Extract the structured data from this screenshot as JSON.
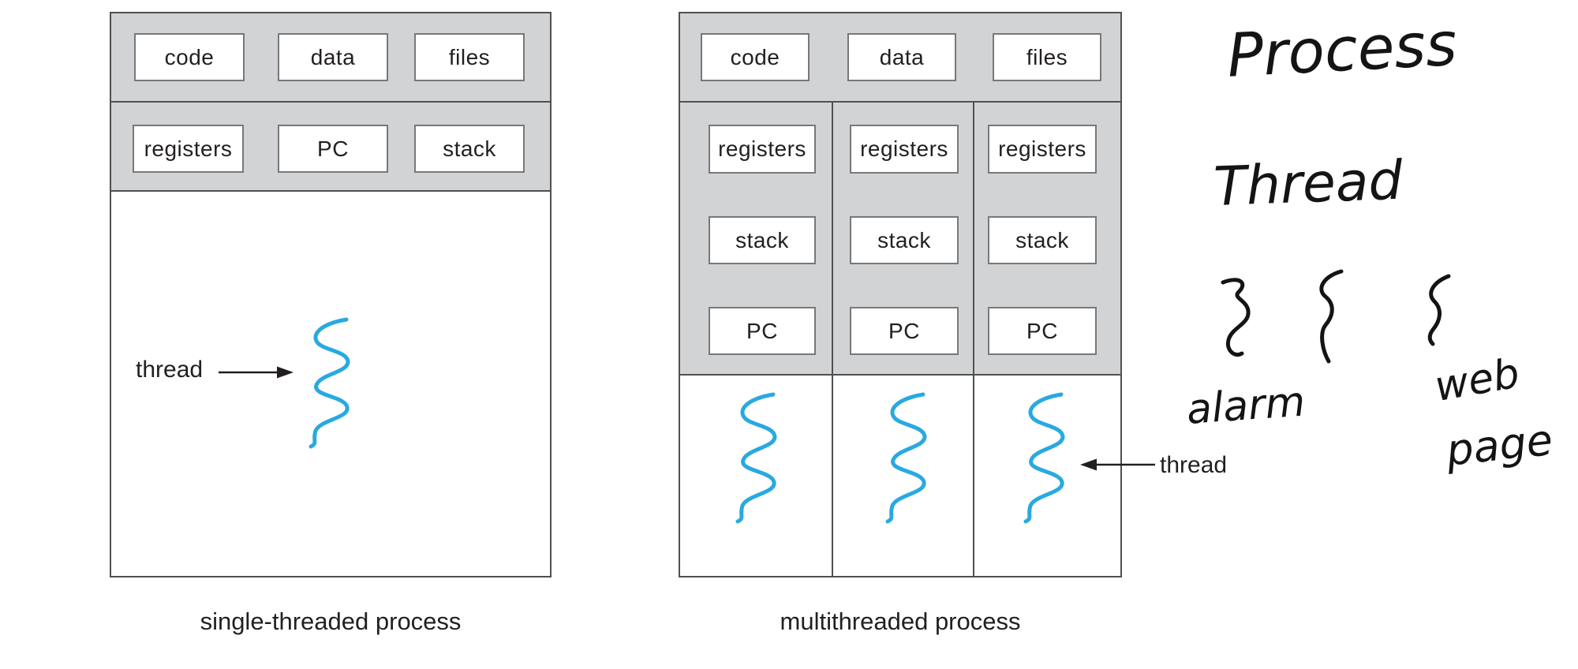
{
  "colors": {
    "section_fill": "#d1d3d4",
    "outer_border": "#4f5052",
    "cell_border": "#77787b",
    "thread_blue": "#29a9e1",
    "diagram_text": "#231f20",
    "ink_black": "#141414"
  },
  "single_threaded": {
    "memory_boxes": [
      "code",
      "data",
      "files"
    ],
    "thread_boxes": [
      "registers",
      "PC",
      "stack"
    ],
    "thread_label": "thread",
    "caption": "single-threaded process"
  },
  "multithreaded": {
    "memory_boxes": [
      "code",
      "data",
      "files"
    ],
    "columns": [
      {
        "cells": [
          "registers",
          "stack",
          "PC"
        ]
      },
      {
        "cells": [
          "registers",
          "stack",
          "PC"
        ]
      },
      {
        "cells": [
          "registers",
          "stack",
          "PC"
        ]
      }
    ],
    "thread_label": "thread",
    "caption": "multithreaded process"
  },
  "handwritten": {
    "process": "Process",
    "thread": "Thread",
    "alarm": "alarm",
    "web": "web",
    "page": "page"
  }
}
